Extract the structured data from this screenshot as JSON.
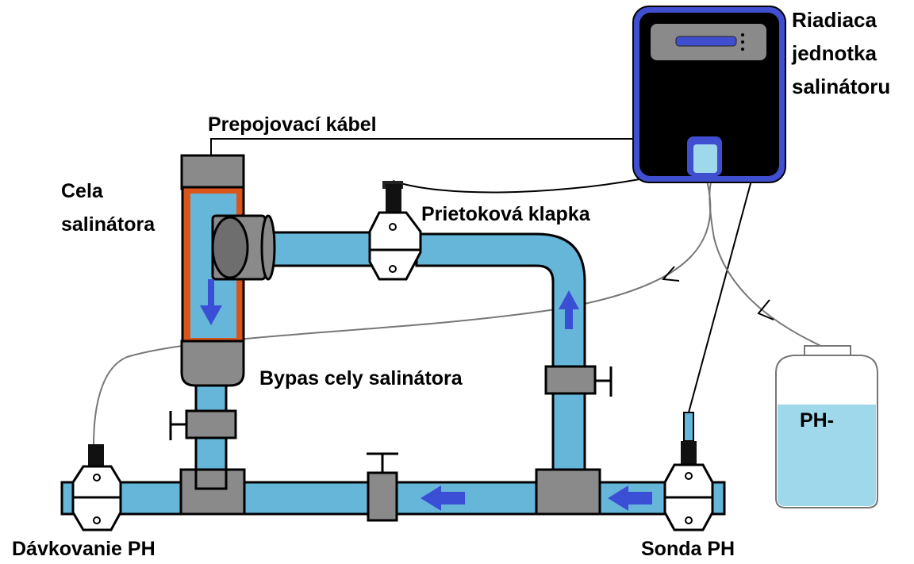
{
  "labels": {
    "control_unit": [
      "Riadiaca",
      "jednotka",
      "salinátoru"
    ],
    "cable": "Prepojovací kábel",
    "cell": [
      "Cela",
      "salinátora"
    ],
    "flow_valve": "Prietoková klapka",
    "bypass": "Bypas cely salinátora",
    "ph_dosing": "Dávkovanie PH",
    "ph_probe": "Sonda PH",
    "ph_minus": "PH-"
  },
  "colors": {
    "water": "#66b6d9",
    "tank_liquid": "#9ed8ea",
    "flow_arrow": "#3b4fd6",
    "unit_border": "#3f4fd0",
    "cell_frame": "#d9551a",
    "metal": "#8a8a8a"
  },
  "icons": [
    "flow-arrow-icon",
    "pressure-clamp-icon",
    "ball-valve-icon"
  ]
}
